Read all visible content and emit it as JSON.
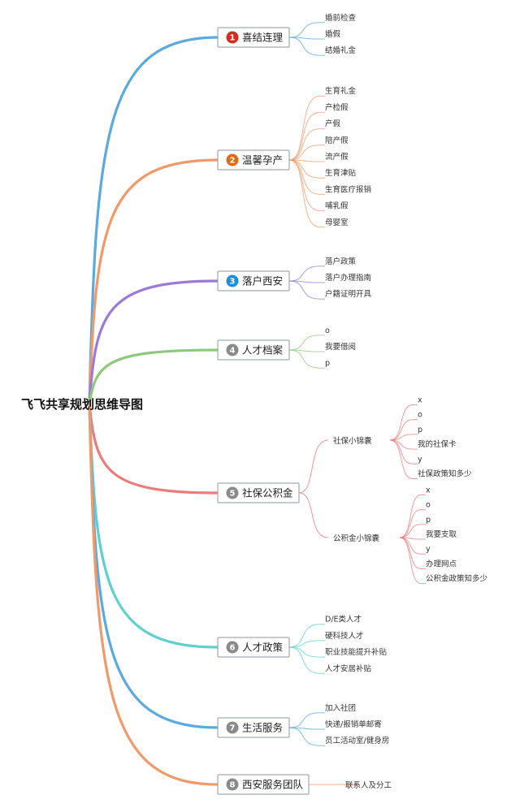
{
  "root": {
    "label": "飞飞共享规划思维导图"
  },
  "branches": [
    {
      "num": "1",
      "label": "喜结连理",
      "color": "#5aa9df",
      "badge": "#d62b1f",
      "leaves": [
        "婚前检查",
        "婚假",
        "结婚礼金"
      ]
    },
    {
      "num": "2",
      "label": "温馨孕产",
      "color": "#f0996b",
      "badge": "#e06a14",
      "leaves": [
        "生育礼金",
        "产检假",
        "产假",
        "陪产假",
        "流产假",
        "生育津贴",
        "生育医疗报销",
        "哺乳假",
        "母婴室"
      ]
    },
    {
      "num": "3",
      "label": "落户西安",
      "color": "#9a79d8",
      "badge": "#1e8fd8",
      "leaves": [
        "落户政策",
        "落户办理指南",
        "户籍证明开具"
      ]
    },
    {
      "num": "4",
      "label": "人才档案",
      "color": "#8dc97a",
      "badge": "#8a8a8a",
      "leaves": [
        "o",
        "我要借阅",
        "p"
      ]
    },
    {
      "num": "5",
      "label": "社保公积金",
      "color": "#ec7b7b",
      "badge": "#8a8a8a",
      "subs": [
        {
          "label": "社保小锦囊",
          "leaves": [
            "x",
            "o",
            "p",
            "我的社保卡",
            "y",
            "社保政策知多少"
          ]
        },
        {
          "label": "公积金小锦囊",
          "leaves": [
            "x",
            "o",
            "p",
            "我要支取",
            "y",
            "办理网点",
            "公积金政策知多少"
          ]
        }
      ]
    },
    {
      "num": "6",
      "label": "人才政策",
      "color": "#5fd0d0",
      "badge": "#8a8a8a",
      "leaves": [
        "D/E类人才",
        "硬科技人才",
        "职业技能提升补贴",
        "人才安居补贴"
      ]
    },
    {
      "num": "7",
      "label": "生活服务",
      "color": "#5aa9df",
      "badge": "#8a8a8a",
      "leaves": [
        "加入社团",
        "快递/报销单邮寄",
        "员工活动室/健身房"
      ]
    },
    {
      "num": "8",
      "label": "西安服务团队",
      "color": "#f0996b",
      "badge": "#8a8a8a",
      "leaves": [
        "联系人及分工"
      ]
    }
  ]
}
